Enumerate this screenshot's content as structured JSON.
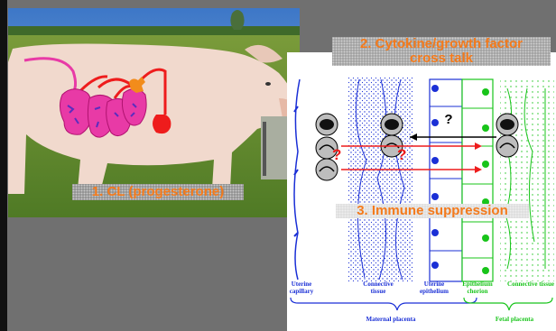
{
  "labels": {
    "corpus_luteum": "1. CL (progesterone)",
    "cytokine_line1": "2. Cytokine/growth factor",
    "cytokine_line2": "cross talk",
    "immune": "3. Immune suppression",
    "question_mark": "?",
    "red_marks": [
      "?",
      "?"
    ]
  },
  "layers": {
    "uterine_capillary": "Uterine capillary",
    "connective_tissue": "Connective tissue",
    "uterine_epithelium": "Uterine epithelium",
    "epithelium_chorion": "Epithelium chorion",
    "fetal_connective_tissue": "Connective tissue"
  },
  "groups": {
    "maternal": "Maternal placenta",
    "fetal": "Fetal placenta"
  },
  "colors": {
    "orange_label": "#f47a1b",
    "maternal_blue": "#1a2fd6",
    "fetal_green": "#18c41a",
    "uterus_pink": "#e83aa6",
    "vessel_red": "#ee1c1c"
  }
}
